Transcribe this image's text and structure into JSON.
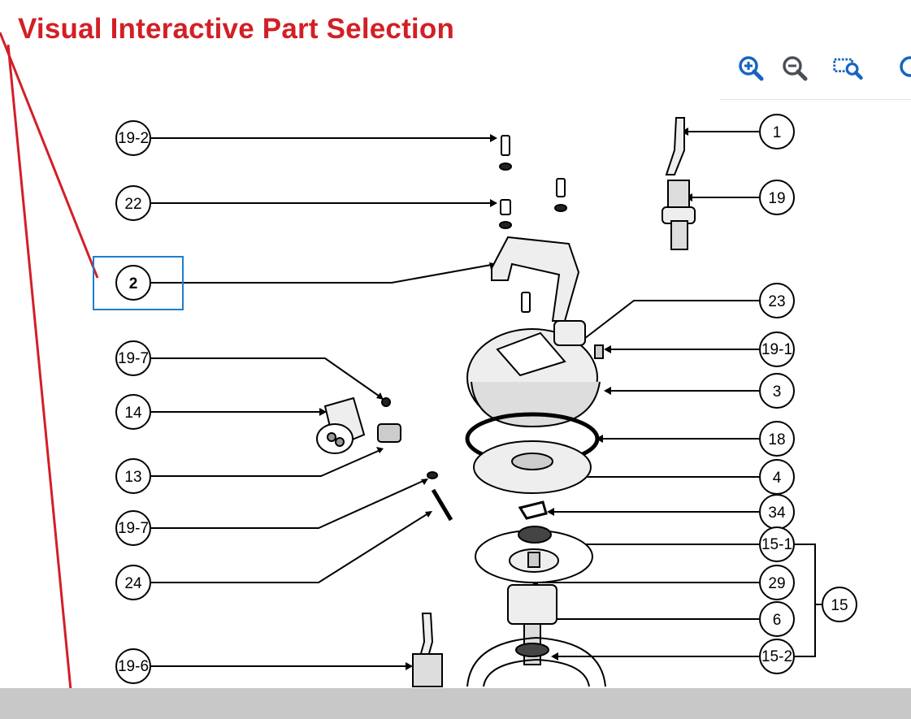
{
  "page": {
    "title": "Visual Interactive Part Selection"
  },
  "toolbar": {
    "zoom_in": "zoom-in-icon",
    "zoom_out": "zoom-out-icon",
    "zoom_area": "zoom-area-icon",
    "reset": "reset-view-icon"
  },
  "colors": {
    "accent_red": "#d21f26",
    "selection_blue": "#1b7fd1",
    "toolbar_blue": "#1565c0",
    "footer_gray": "#c8c8c8"
  },
  "diagram": {
    "selected_part": "2",
    "callouts": [
      "19-2",
      "22",
      "2",
      "19-7",
      "14",
      "13",
      "19-7",
      "24",
      "19-6",
      "1",
      "19",
      "23",
      "19-1",
      "3",
      "18",
      "4",
      "34",
      "15-1",
      "29",
      "6",
      "15-2",
      "15"
    ]
  }
}
